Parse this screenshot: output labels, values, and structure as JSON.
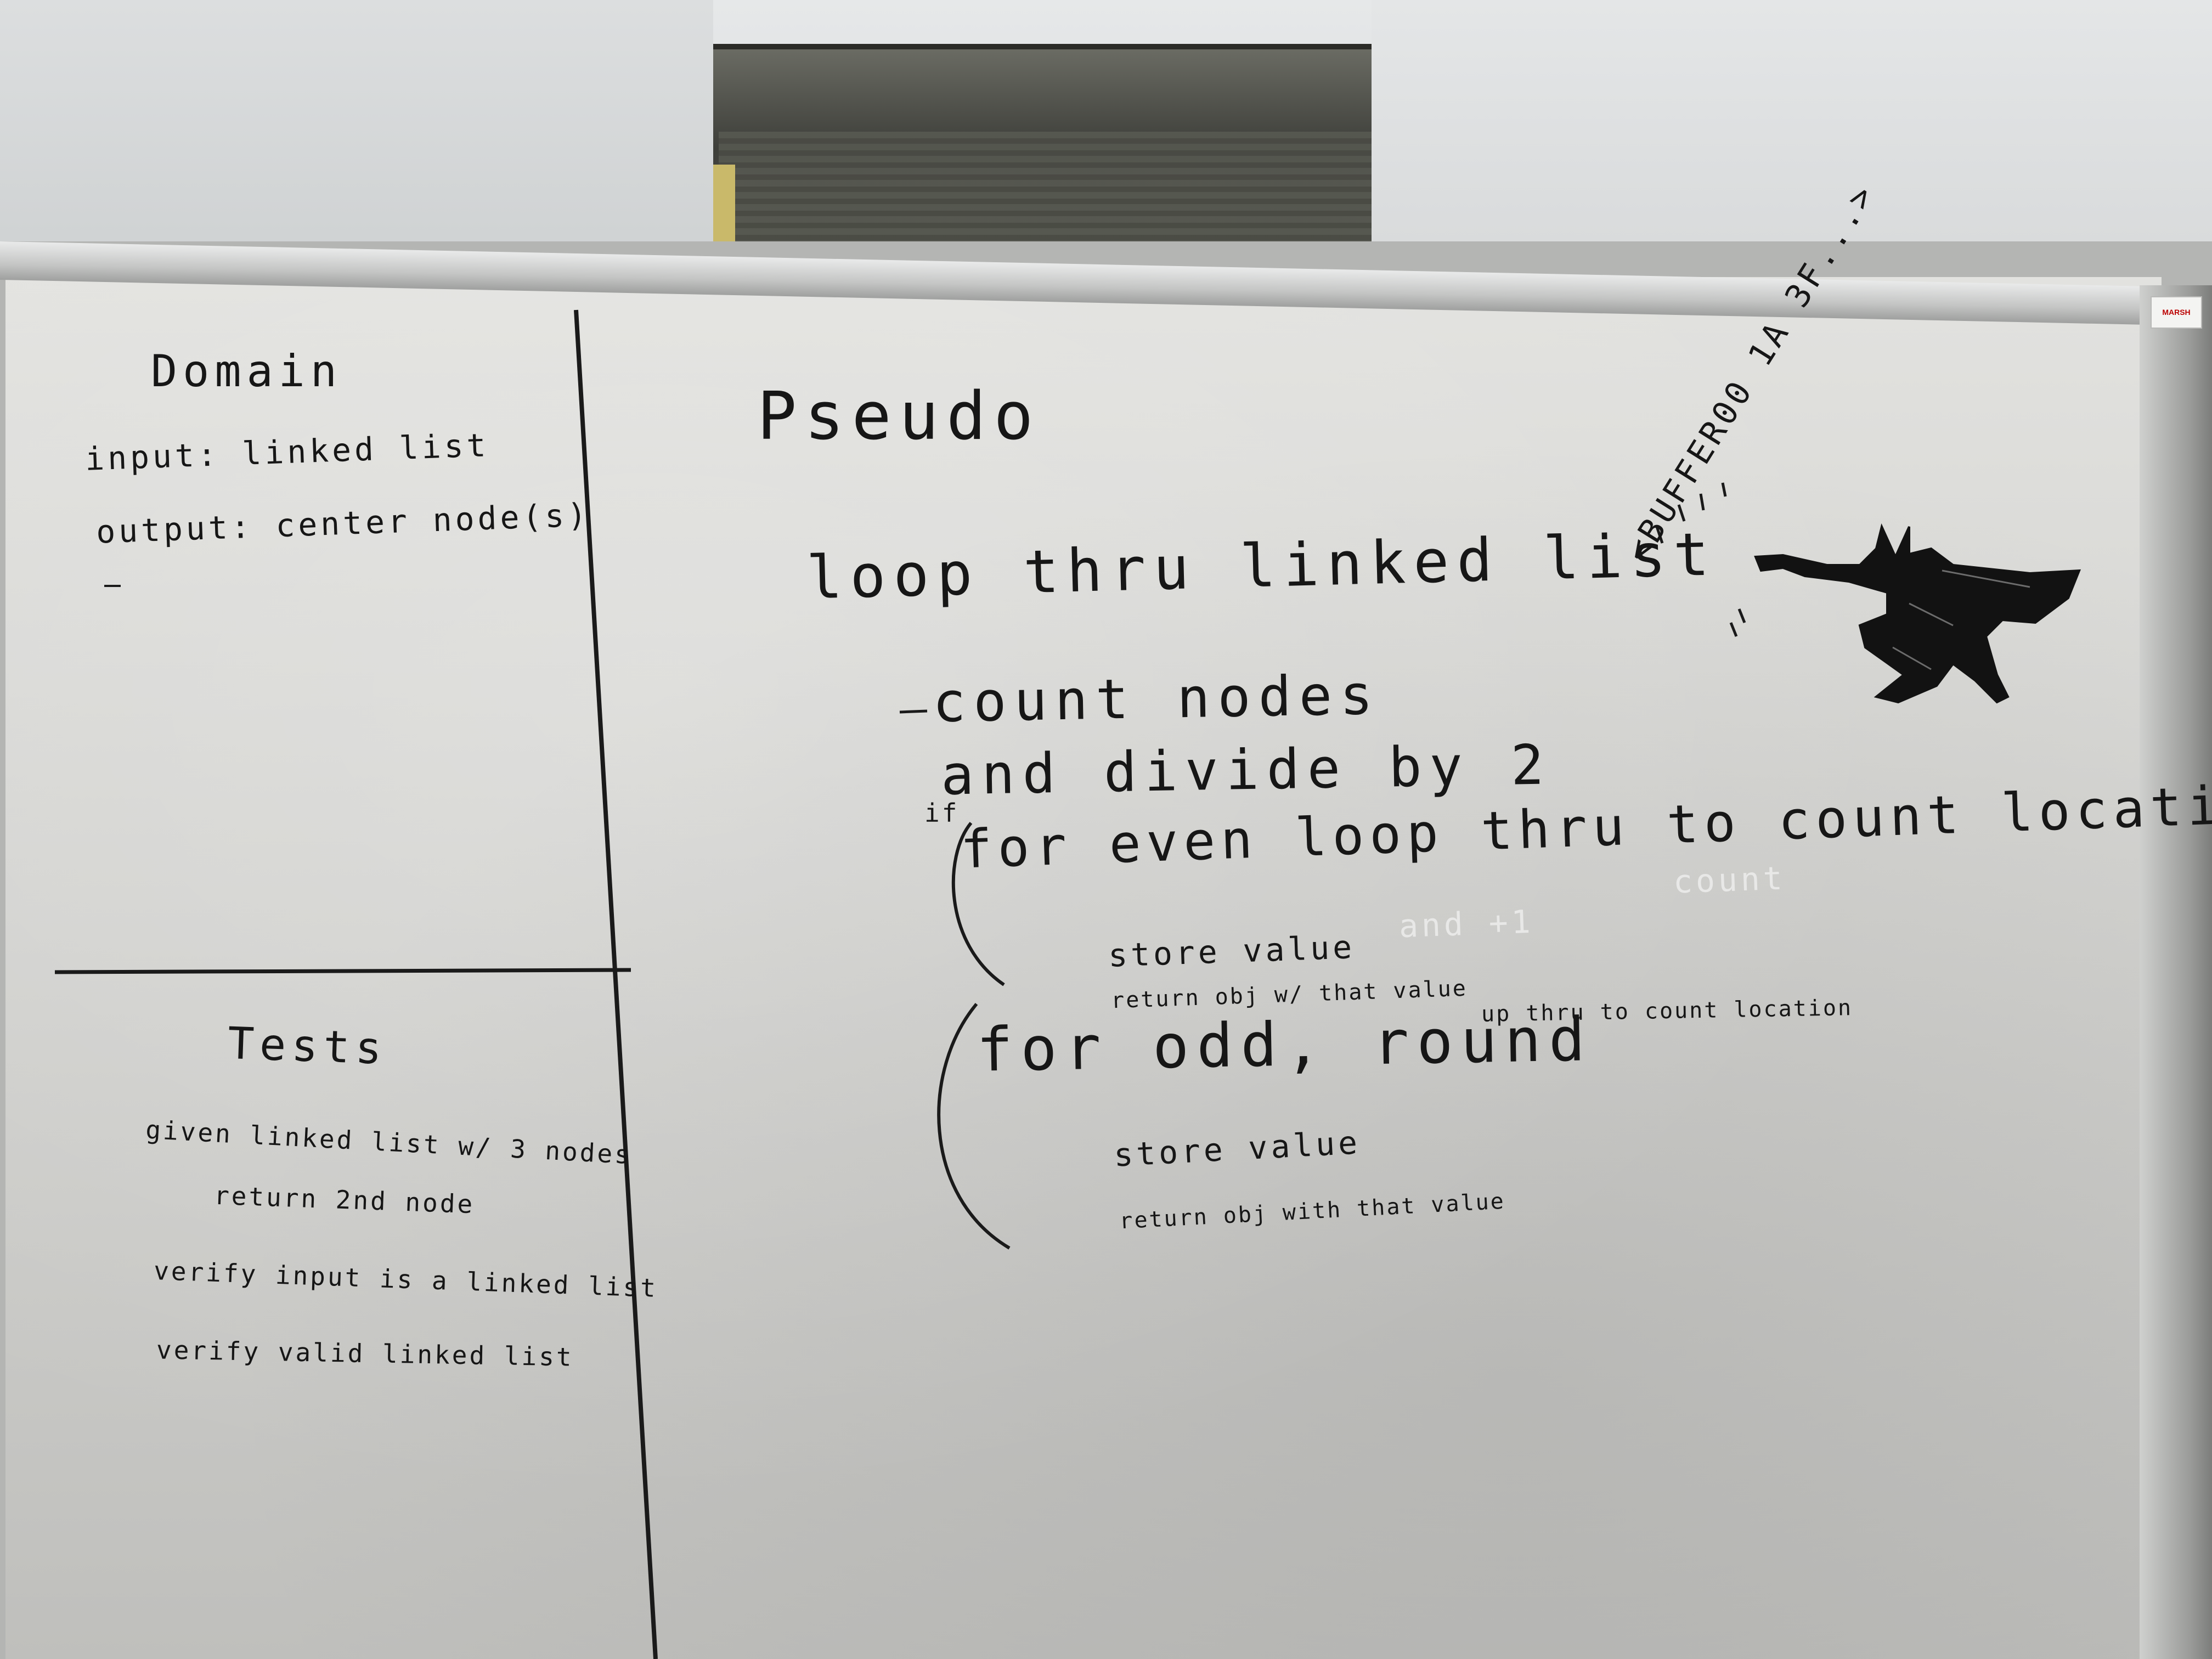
{
  "whiteboard": {
    "brand_sticker": "MARSH",
    "domain": {
      "title": "Domain",
      "input": "input: linked list",
      "output": "output: center node(s)"
    },
    "tests": {
      "title": "Tests",
      "items": [
        "given linked list w/ 3 nodes",
        "return 2nd node",
        "verify input is a linked list",
        "verify valid linked list"
      ]
    },
    "pseudo": {
      "title": "Pseudo",
      "step1": "loop thru linked list",
      "step2a": "count nodes",
      "step2b": "and divide by 2",
      "if_label": "if",
      "even_line": "for even loop thru to count location",
      "even_store": "store value",
      "even_return": "return obj w/ that value",
      "odd_line": "for odd, round",
      "odd_line_small": "up thru to count location",
      "odd_store": "store value",
      "odd_return": "return obj with that value",
      "ghost_text": [
        "count",
        "and +1"
      ]
    },
    "doodle": {
      "speech": "<BUFFER00 1A 3F...>",
      "icon": "batman-figure-icon"
    }
  }
}
